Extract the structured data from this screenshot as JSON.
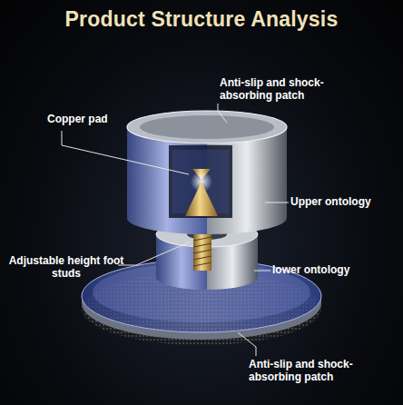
{
  "diagram": {
    "title": "Product Structure Analysis",
    "labels": [
      "Anti-slip and shock-absorbing patch",
      "Copper pad",
      "Upper ontology",
      "Adjustable height foot studs",
      "lower ontology",
      "Anti-slip and shock-absorbing patch"
    ]
  }
}
